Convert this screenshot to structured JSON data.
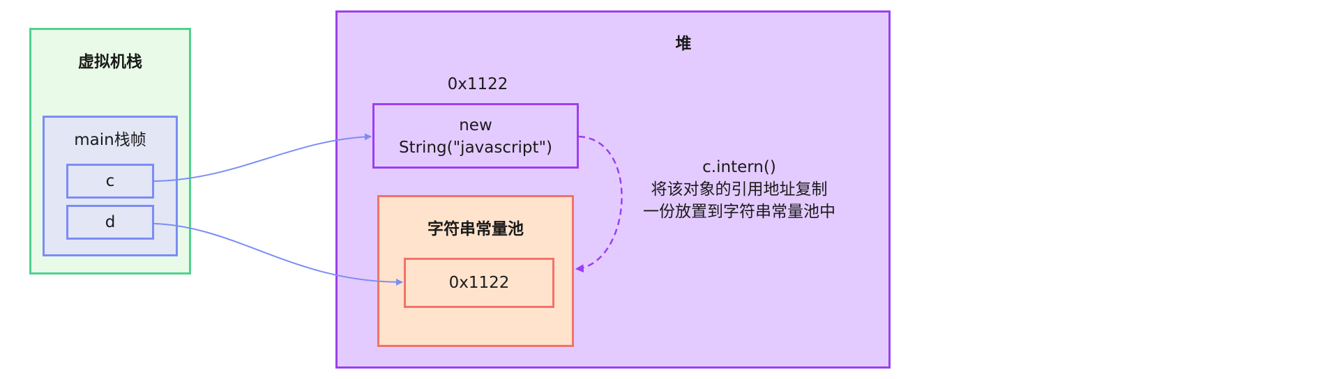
{
  "stack": {
    "title": "虚拟机栈"
  },
  "frame": {
    "title": "main栈帧"
  },
  "variables": {
    "c": "c",
    "d": "d"
  },
  "heap": {
    "title": "堆"
  },
  "object": {
    "address": "0x1122",
    "line1": "new",
    "line2": "String(\"javascript\")"
  },
  "pool": {
    "title": "字符串常量池",
    "entry": "0x1122"
  },
  "annotation": {
    "line1": "c.intern()",
    "line2": "将该对象的引用地址复制",
    "line3": "一份放置到字符串常量池中"
  },
  "colors": {
    "stack_fill": "#e9fae8",
    "stack_border": "#4fd18e",
    "frame_fill": "#e3e6f4",
    "frame_border": "#7b8cf5",
    "heap_fill": "#e4cbff",
    "heap_border": "#9b3ff0",
    "pool_fill": "#ffe3cc",
    "pool_border": "#f2726a",
    "reference_arrow": "#7b8cf5",
    "intern_arrow": "#9b3ff0"
  }
}
